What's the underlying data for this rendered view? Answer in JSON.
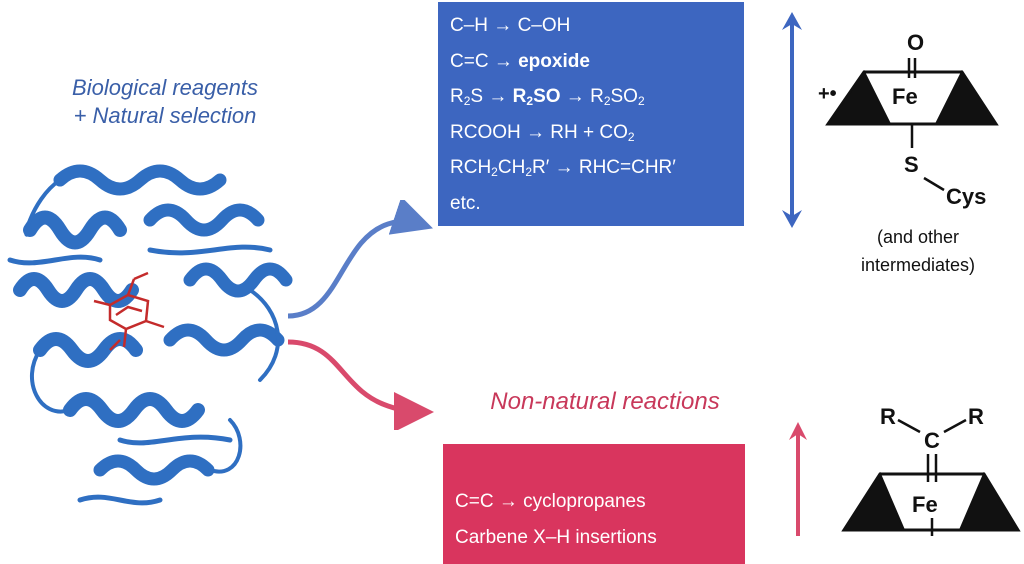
{
  "labels": {
    "biological": [
      "Biological reagents",
      "+ Natural selection"
    ],
    "non_natural": "Non-natural reactions",
    "intermediates_note": [
      "(and other",
      "intermediates)"
    ]
  },
  "natural_reactions": [
    {
      "parts": [
        {
          "t": "C–H → C–OH"
        }
      ]
    },
    {
      "parts": [
        {
          "t": "C=C → "
        },
        {
          "t": "epoxide",
          "b": true
        }
      ]
    },
    {
      "parts": [
        {
          "t": "R"
        },
        {
          "t": "2",
          "sub": true
        },
        {
          "t": "S → "
        },
        {
          "t": "R",
          "b": true
        },
        {
          "t": "2",
          "sub": true,
          "b": true
        },
        {
          "t": "SO",
          "b": true
        },
        {
          "t": " → R"
        },
        {
          "t": "2",
          "sub": true
        },
        {
          "t": "SO"
        },
        {
          "t": "2",
          "sub": true
        }
      ]
    },
    {
      "parts": [
        {
          "t": "RCOOH → RH + CO"
        },
        {
          "t": "2",
          "sub": true
        }
      ]
    },
    {
      "parts": [
        {
          "t": "RCH"
        },
        {
          "t": "2",
          "sub": true
        },
        {
          "t": "CH"
        },
        {
          "t": "2",
          "sub": true
        },
        {
          "t": "R′ → RHC=CHR′"
        }
      ]
    },
    {
      "parts": [
        {
          "t": "etc."
        }
      ]
    }
  ],
  "non_natural_reactions": [
    {
      "parts": [
        {
          "t": "C=C → cyclopropanes"
        }
      ]
    },
    {
      "parts": [
        {
          "t": "Carbene X–H insertions"
        }
      ]
    }
  ],
  "oxo_structure": {
    "oxygen": "O",
    "iron": "Fe",
    "charge": "+•",
    "sulfur": "S",
    "ligand": "Cys"
  },
  "carbene_structure": {
    "r_left": "R",
    "r_right": "R",
    "carbon": "C",
    "iron": "Fe"
  },
  "colors": {
    "blue": "#3d66c0",
    "red": "#d9355e",
    "blue_text": "#3a5fa8",
    "red_text": "#c8385a",
    "arrow_blue": "#5a7ec8",
    "arrow_red": "#d94a6c",
    "protein": "#2f6fc2",
    "heme": "#c42b2b"
  }
}
